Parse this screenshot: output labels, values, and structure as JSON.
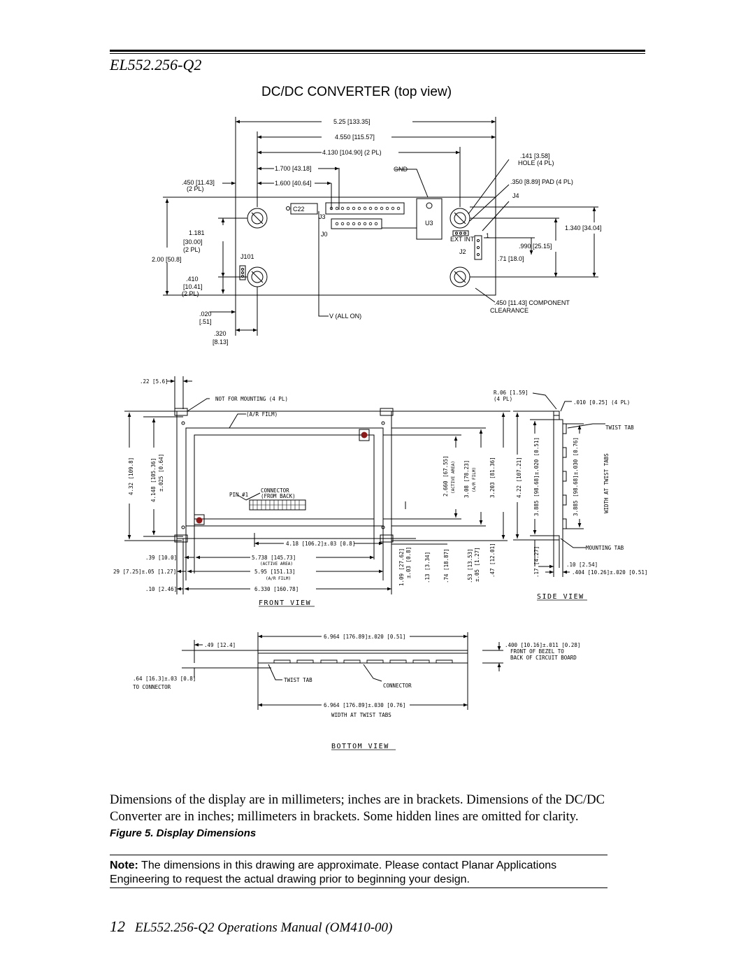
{
  "header": {
    "model": "EL552.256-Q2"
  },
  "dcdc": {
    "title": "DC/DC CONVERTER (top view)",
    "labels": {
      "d525": "5.25 [133.35]",
      "d4550": "4.550 [115.57]",
      "d4130": "4.130 [104.90] (2 PL)",
      "d1700": "1.700 [43.18]",
      "d1600": "1.600 [40.64]",
      "d450a": ".450 [11.43]",
      "pl2a": "(2 PL)",
      "gnd": "GND",
      "hole1": ".141 [3.58]",
      "hole2": "HOLE (4 PL)",
      "pad": ".350 [8.89] PAD (4 PL)",
      "j4": "J4",
      "c22": "C22",
      "j3": "J3",
      "j0": "J0",
      "u3": "U3",
      "extint": "EXT INT",
      "one": "1",
      "j2": "J2",
      "d1340": "1.340 [34.04]",
      "d990": ".990 [25.15]",
      "d71": ".71 [18.0]",
      "d1181": "1.181",
      "d3000": "[30.00]",
      "pl2b": "(2 PL)",
      "d200": "2.00 [50.8]",
      "j101": "J101",
      "d410": ".410",
      "d1041": "[10.41]",
      "pl2c": "(2 PL)",
      "d450b": ".450 [11.43] COMPONENT",
      "clearance": "CLEARANCE",
      "d020": ".020",
      "d51": "[.51]",
      "vallon": "V (ALL ON)",
      "d320": ".320",
      "d813": "[8.13]"
    }
  },
  "front": {
    "labels": {
      "d22": ".22 [5.6]",
      "notmount": "NOT FOR MOUNTING (4 PL)",
      "arfilm": "(A/R FILM)",
      "d432": "4.32 [109.8]",
      "d4148": "4.148 [105.36]",
      "tol025": "±.025 [0.64]",
      "connector": "CONNECTOR",
      "fromback": "(FROM BACK)",
      "pin1": "PIN #1",
      "d2660": "2.660 [67.55]",
      "activearea": "(ACTIVE AREA)",
      "d308": "3.08 [78.23]",
      "arfilm2": "(A/R FILM)",
      "d3203": "3.203 [81.36]",
      "d418": "4.18 [106.2]±.03 [0.8]",
      "d39": ".39 [10.0]",
      "d5738": "5.738 [145.73]",
      "activearea2": "(ACTIVE AREA)",
      "d29": "29 [7.25]±.05 [1.27]",
      "d595": "5.95 [151.13]",
      "arfilm3": "(A/R FILM)",
      "d10": ".10 [2.46]",
      "d6330": "6.330 [160.78]",
      "d109": "1.09 [27.62]",
      "tol03": "±.03 [0.8]",
      "d13": ".13 [3.34]",
      "d74": ".74 [18.87]",
      "d53": ".53 [13.53]",
      "tol05": "±.05 [1.27]",
      "d47": ".47 [12.01]",
      "frontview": "FRONT VIEW"
    }
  },
  "side": {
    "labels": {
      "r06": "R.06 [1.59]",
      "pl4": "(4 PL)",
      "d010": ".010 [0.25] (4 PL)",
      "twisttab": "TWIST TAB",
      "d422": "4.22 [107.21]",
      "d3885a": "3.885 [98.68]±.020 [0.51]",
      "d3885b": "3.885 [98.68]±.030 [0.76]",
      "widthtwist": "WIDTH AT TWIST TABS",
      "mounttab": "MOUNTING TAB",
      "d17": ".17 [4.27]",
      "d10": ".10 [2.54]",
      "d404": ".404 [10.26]±.020 [0.51]",
      "sideview": "SIDE VIEW"
    }
  },
  "bottom": {
    "labels": {
      "d6964a": "6.964 [176.89]±.020 [0.51]",
      "d49": ".49 [12.4]",
      "d400": ".400 [10.16]±.011 [0.28]",
      "frontbezel1": "FRONT OF BEZEL TO",
      "frontbezel2": "BACK OF CIRCUIT BOARD",
      "d64": ".64 [16.3]±.03 [0.8]",
      "toconn": "TO CONNECTOR",
      "twisttab": "TWIST TAB",
      "connector": "CONNECTOR",
      "d6964b": "6.964 [176.89]±.030 [0.76]",
      "widthtwist": "WIDTH AT TWIST TABS",
      "bottomview": "BOTTOM VIEW"
    }
  },
  "caption": "Dimensions of the display are in millimeters; inches are in brackets. Dimensions of the DC/DC Converter are in inches; millimeters in brackets. Some hidden lines are omitted for clarity.",
  "figure_label": "Figure 5. Display Dimensions",
  "note": {
    "label": "Note:",
    "text": "The dimensions in this drawing are approximate.  Please contact Planar Applications Engineering to request the actual drawing prior to beginning your design."
  },
  "footer": {
    "page_number": "12",
    "title": "EL552.256-Q2 Operations Manual (OM410-00)"
  }
}
